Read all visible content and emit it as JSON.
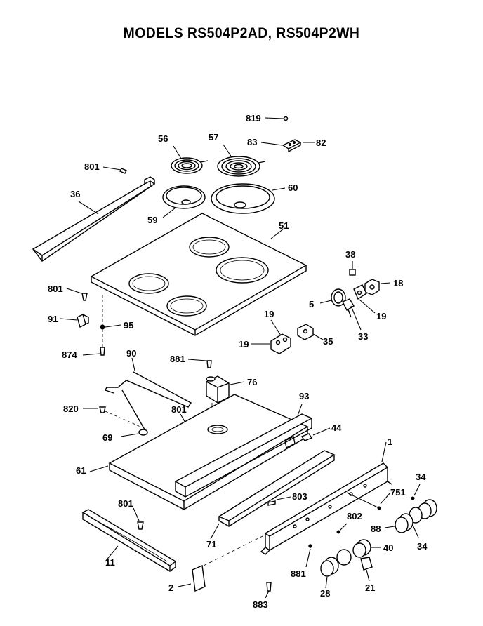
{
  "title": "MODELS RS504P2AD, RS504P2WH",
  "labels": {
    "l819": "819",
    "l56": "56",
    "l57": "57",
    "l83": "83",
    "l82": "82",
    "l801a": "801",
    "l36": "36",
    "l60": "60",
    "l59": "59",
    "l51": "51",
    "l38": "38",
    "l18": "18",
    "l5": "5",
    "l19a": "19",
    "l33": "33",
    "l801b": "801",
    "l91": "91",
    "l95": "95",
    "l19b": "19",
    "l19c": "19",
    "l35": "35",
    "l874": "874",
    "l90": "90",
    "l881": "881",
    "l76": "76",
    "l93": "93",
    "l820": "820",
    "l801c": "801",
    "l44": "44",
    "l69": "69",
    "l1": "1",
    "l61": "61",
    "l34a": "34",
    "l751": "751",
    "l803": "803",
    "l801d": "801",
    "l802": "802",
    "l88": "88",
    "l34b": "34",
    "l71": "71",
    "l40": "40",
    "l11": "11",
    "l881b": "881",
    "l28": "28",
    "l21": "21",
    "l2": "2",
    "l883": "883"
  }
}
